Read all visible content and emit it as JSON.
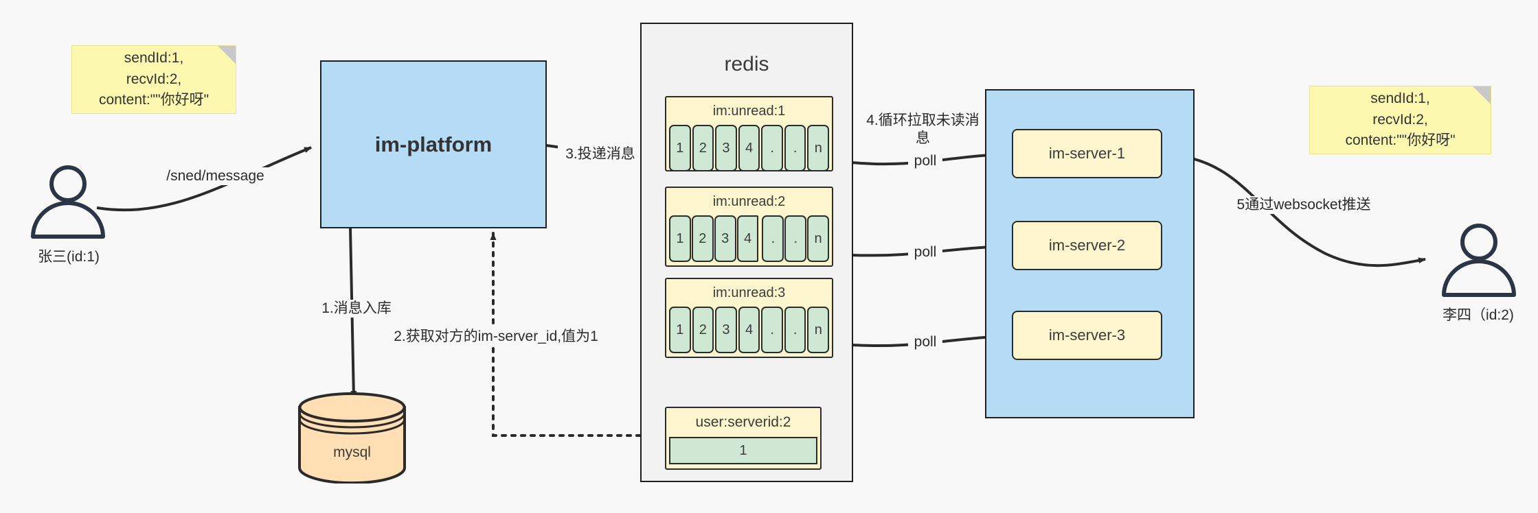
{
  "diagram": {
    "title": "IM message delivery architecture",
    "colors": {
      "background": "#f8f8f8",
      "note_yellow": "#fdf8b0",
      "box_blue": "#b5dbf5",
      "container_gray": "#f2f2f2",
      "list_yellow": "#fcf5cd",
      "cell_green": "#cfe8d4",
      "db_orange": "#ffdfb3",
      "stroke": "#2b2b2b"
    }
  },
  "notes": {
    "left": "sendId:1,\nrecvId:2,\ncontent:\"\"你好呀\"",
    "right": "sendId:1,\nrecvId:2,\ncontent:\"\"你好呀\""
  },
  "actors": {
    "sender": {
      "label": "张三(id:1)",
      "icon": "user-icon"
    },
    "receiver": {
      "label": "李四（id:2)",
      "icon": "user-icon"
    }
  },
  "platform": {
    "label": "im-platform"
  },
  "database": {
    "label": "mysql",
    "icon": "database-cylinder-icon"
  },
  "redis": {
    "title": "redis",
    "lists": [
      {
        "key": "im:unread:1",
        "cells": [
          "1",
          "2",
          "3",
          "4",
          ".",
          ".",
          "n"
        ]
      },
      {
        "key": "im:unread:2",
        "cells": [
          "1",
          "2",
          "3",
          "4",
          ".",
          ".",
          "n"
        ]
      },
      {
        "key": "im:unread:3",
        "cells": [
          "1",
          "2",
          "3",
          "4",
          ".",
          ".",
          "n"
        ]
      }
    ],
    "kv": {
      "key": "user:serverid:2",
      "value": "1"
    }
  },
  "servers": {
    "items": [
      {
        "label": "im-server-1"
      },
      {
        "label": "im-server-2"
      },
      {
        "label": "im-server-3"
      }
    ]
  },
  "edges": {
    "send_message": "/sned/message",
    "step1": "1.消息入库",
    "step2": "2.获取对方的im-server_id,值为1",
    "step3": "3.投递消息",
    "step4": "4.循环拉取未读消\n息",
    "poll1": "poll",
    "poll2": "poll",
    "poll3": "poll",
    "step5": "5通过websocket推送"
  }
}
